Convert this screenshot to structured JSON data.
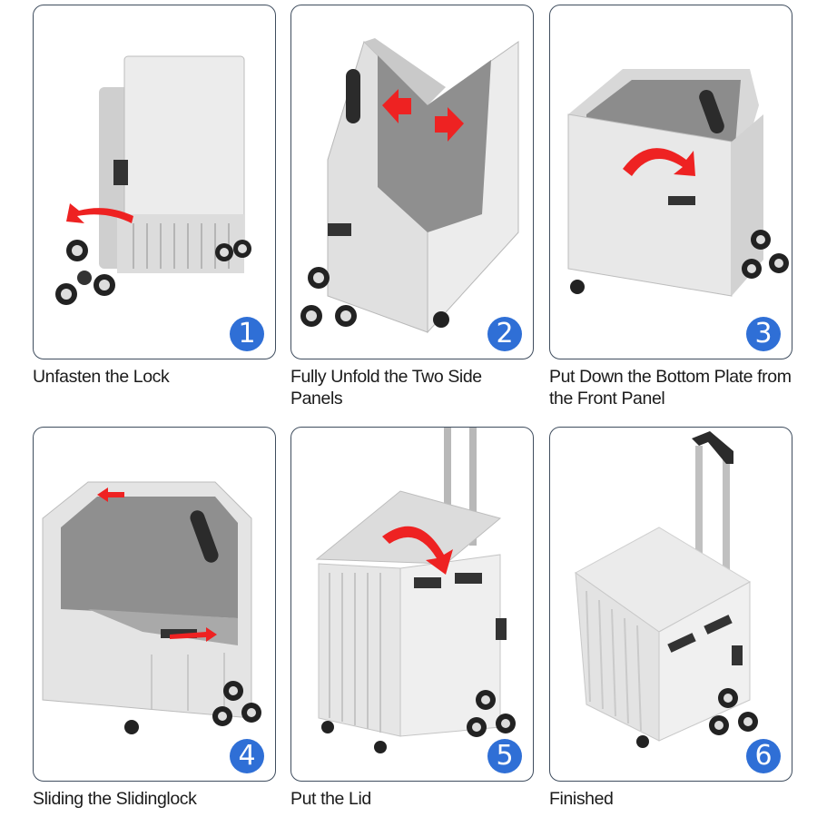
{
  "steps": [
    {
      "number": "1",
      "caption": "Unfasten the Lock",
      "illustration": "cart-folded-lock-release"
    },
    {
      "number": "2",
      "caption": "Fully Unfold the Two Side Panels",
      "illustration": "cart-side-panels-unfold"
    },
    {
      "number": "3",
      "caption": "Put Down the Bottom Plate from the Front Panel",
      "illustration": "cart-bottom-plate-down"
    },
    {
      "number": "4",
      "caption": "Sliding the Slidinglock",
      "illustration": "cart-sliding-lock"
    },
    {
      "number": "5",
      "caption": "Put the Lid",
      "illustration": "cart-lid-placing"
    },
    {
      "number": "6",
      "caption": "Finished",
      "illustration": "cart-finished-with-handle"
    }
  ],
  "colors": {
    "badge": "#2f6fd6",
    "panel_border": "#3f4d5e",
    "arrow": "#ee2222",
    "cart_body": "#e4e4e4",
    "cart_inner": "#8a8a8a"
  }
}
